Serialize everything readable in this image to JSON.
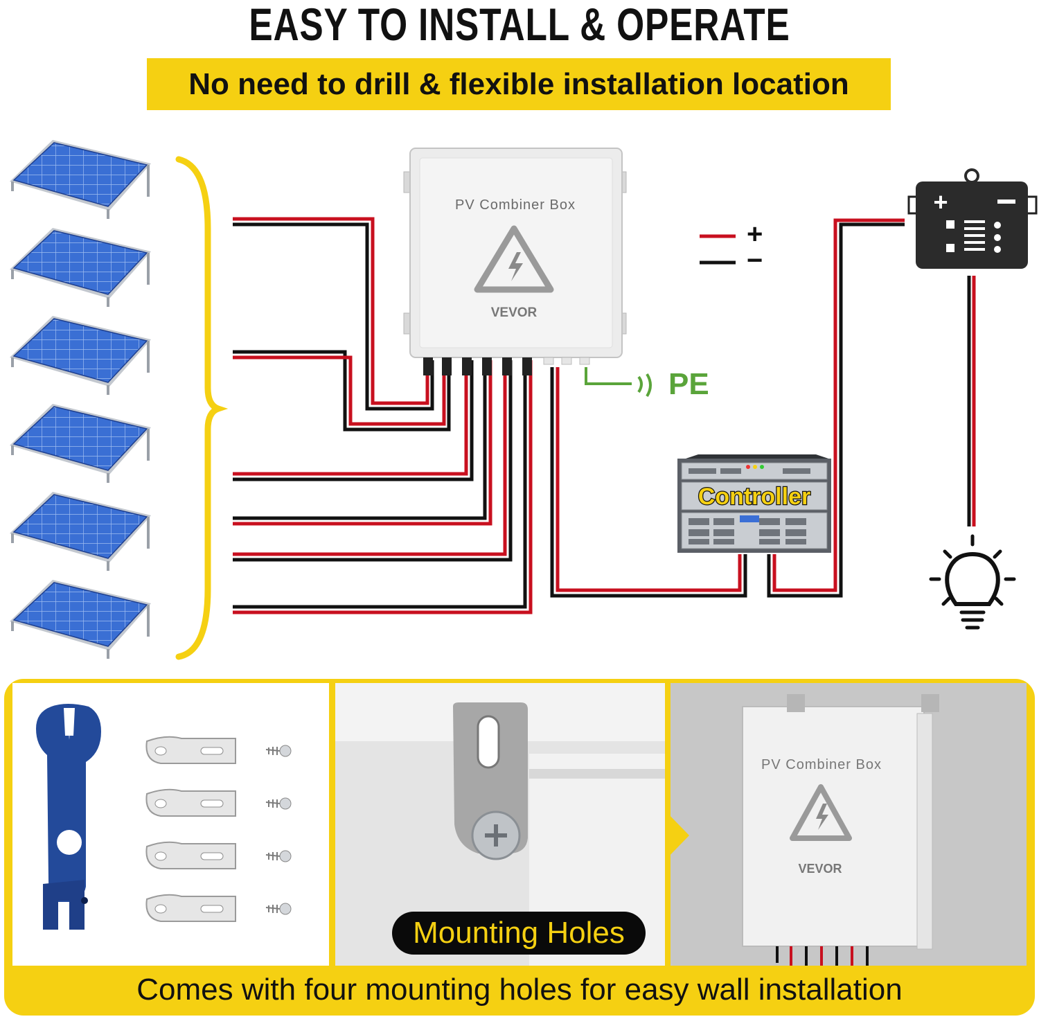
{
  "header": {
    "title": "EASY TO INSTALL & OPERATE",
    "subtitle": "No need to drill & flexible installation location"
  },
  "diagram": {
    "combiner_box_label": "PV Combiner Box",
    "brand": "VEVOR",
    "pe_label": "PE",
    "plus_symbol": "+",
    "minus_symbol": "−",
    "controller_label": "Controller",
    "solar_panel_count": 6
  },
  "bottom": {
    "mounting_label": "Mounting Holes",
    "caption": "Comes with four mounting holes for easy wall installation",
    "photo_box_label": "PV Combiner Box",
    "photo_brand": "VEVOR"
  },
  "colors": {
    "accent_yellow": "#f5d012",
    "wire_red": "#c8101f",
    "wire_black": "#111111",
    "pe_green": "#5aa43a",
    "panel_blue": "#2f63c9"
  }
}
